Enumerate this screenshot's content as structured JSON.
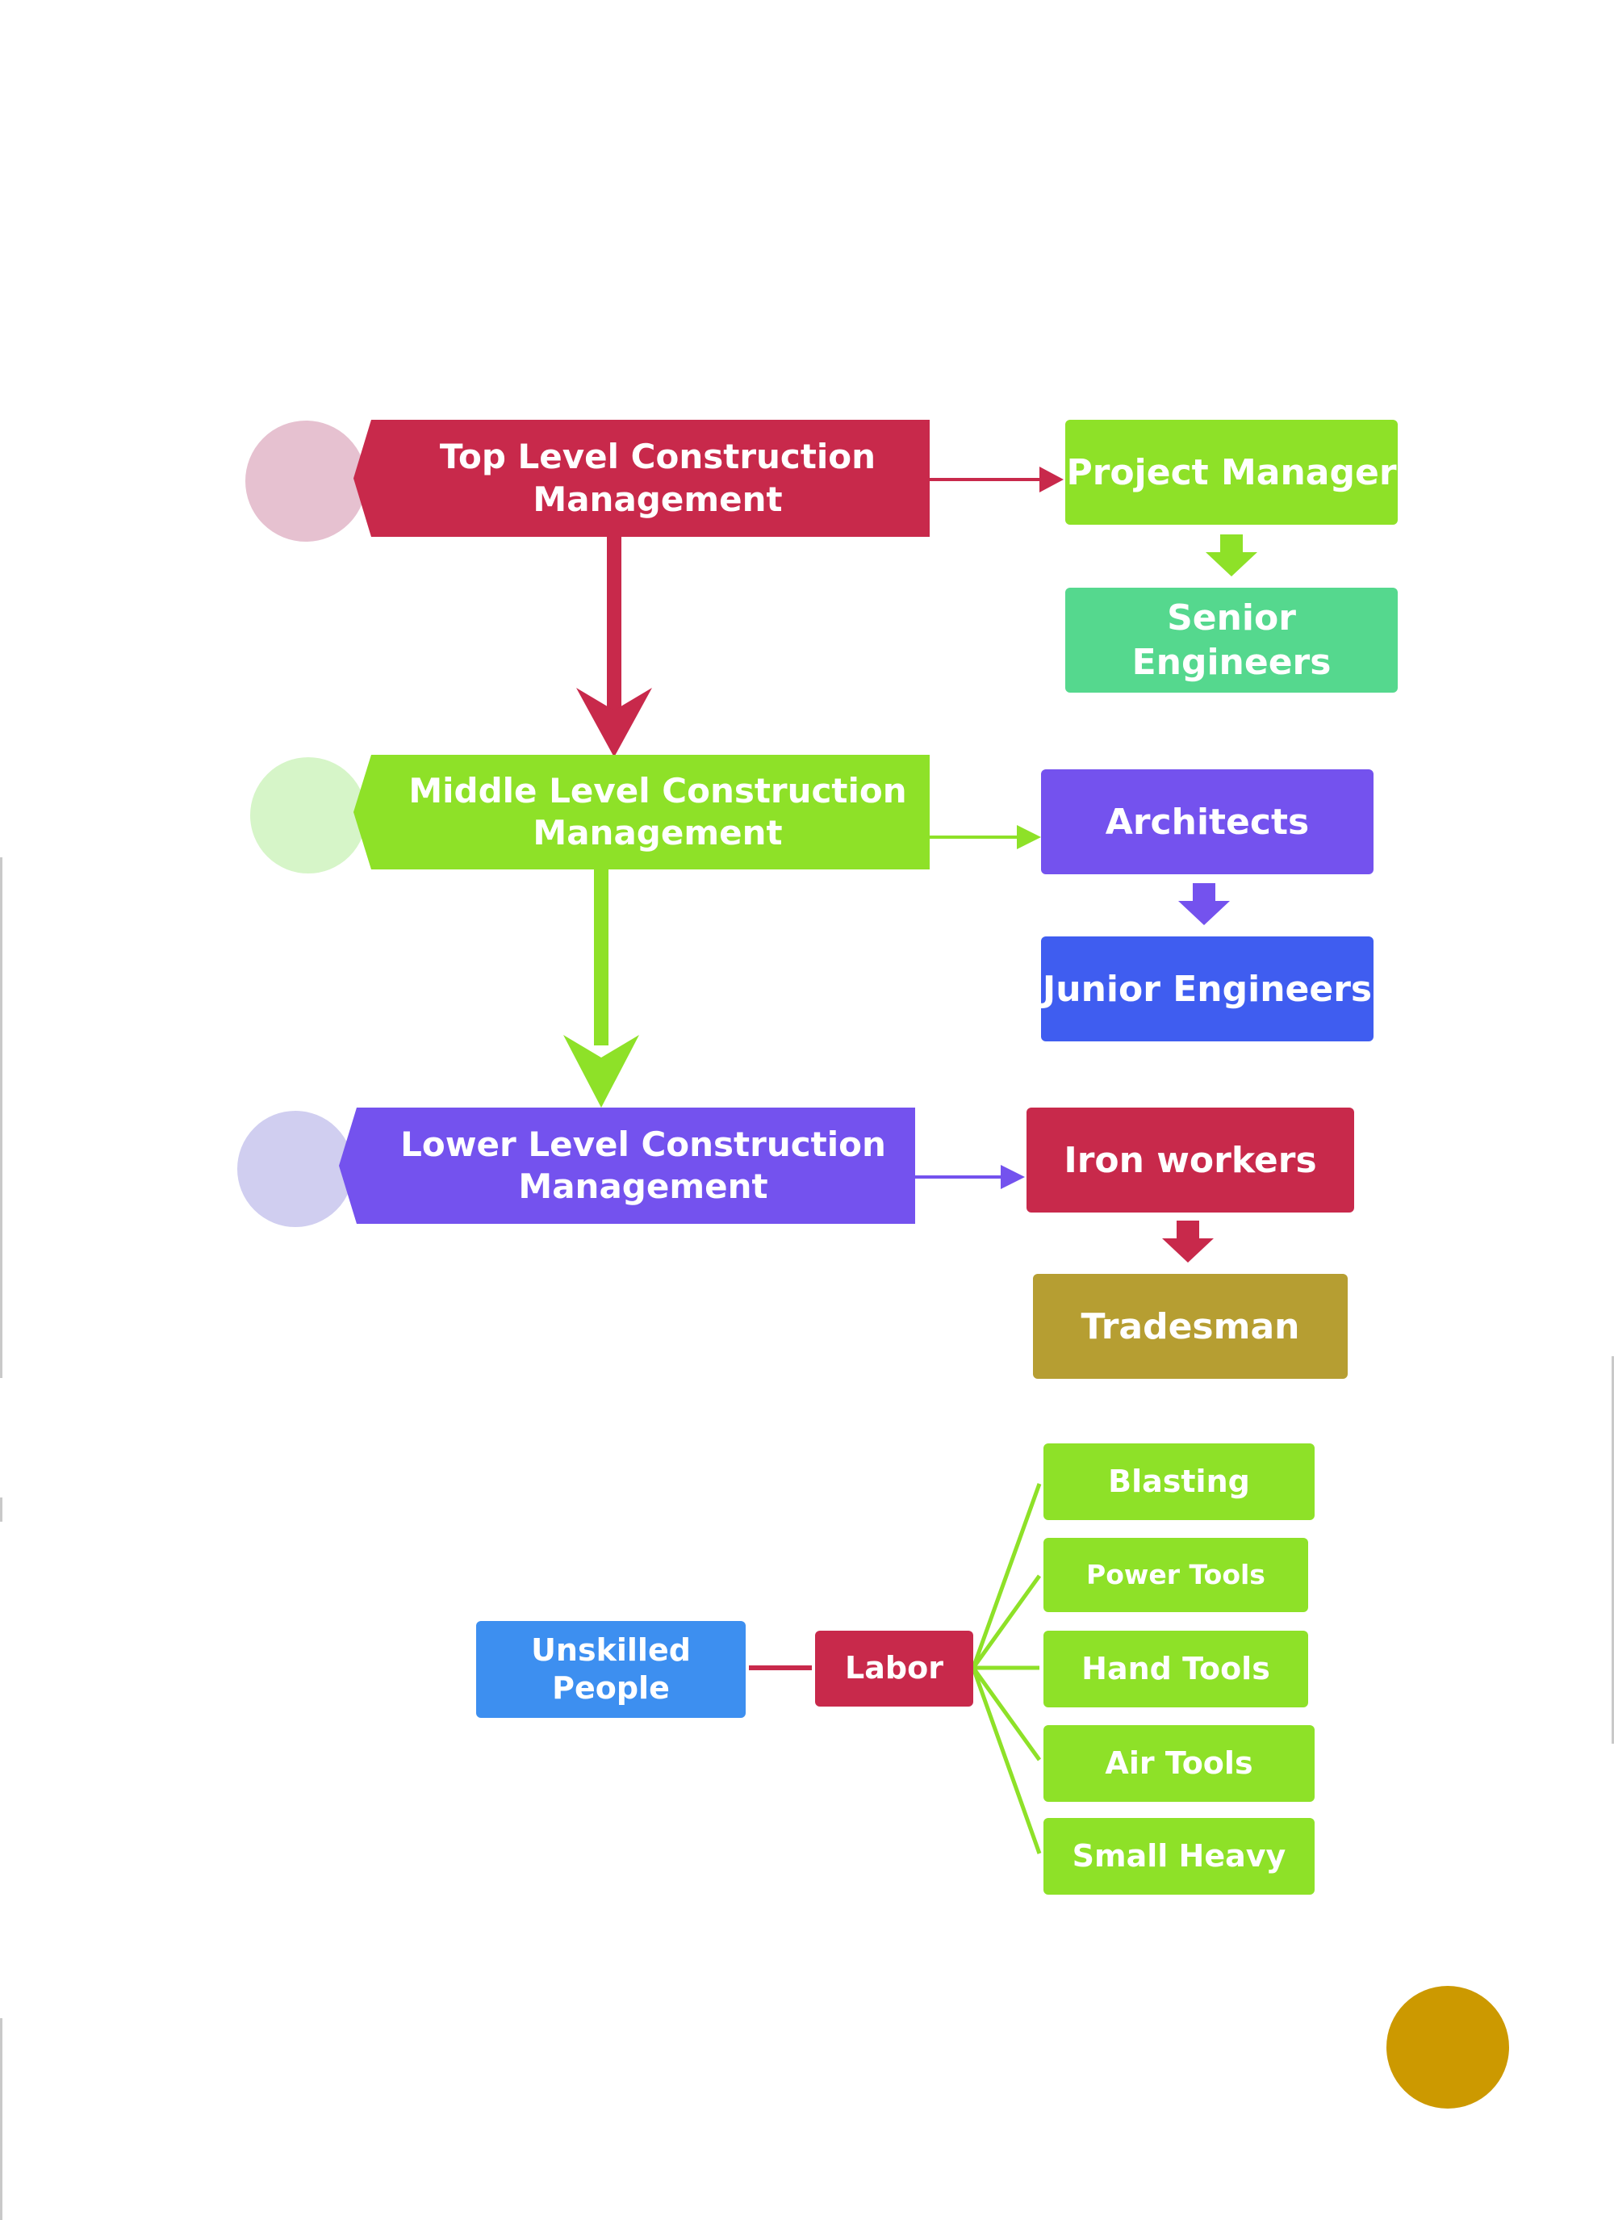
{
  "levels": {
    "top": {
      "label": "Top Level Construction Management",
      "color": "#c8294b",
      "badge_color": "#e6c1d0"
    },
    "middle": {
      "label": "Middle Level Construction Management",
      "color": "#8ee128",
      "badge_color": "#d6f5c8"
    },
    "lower": {
      "label": "Lower Level Construction Management",
      "color": "#7452ee",
      "badge_color": "#d0cef0"
    }
  },
  "roles": {
    "project_manager": {
      "label": "Project Manager",
      "color": "#8ee128"
    },
    "senior_engineers": {
      "label": "Senior Engineers",
      "color": "#55d88e"
    },
    "architects": {
      "label": "Architects",
      "color": "#7452ee"
    },
    "junior_engineers": {
      "label": "Junior Engineers",
      "color": "#3f5df0"
    },
    "iron_workers": {
      "label": "Iron workers",
      "color": "#c8294b"
    },
    "tradesman": {
      "label": "Tradesman",
      "color": "#b69e32"
    }
  },
  "labor": {
    "source": {
      "label": "Unskilled People",
      "color": "#3d8ff0"
    },
    "hub": {
      "label": "Labor",
      "color": "#c8294b"
    },
    "tools_color": "#8ee128",
    "tools": [
      "Blasting",
      "Power Tools",
      "Hand Tools",
      "Air Tools",
      "Small Heavy"
    ]
  },
  "decor": {
    "corner_circle_color": "#cc9900"
  }
}
